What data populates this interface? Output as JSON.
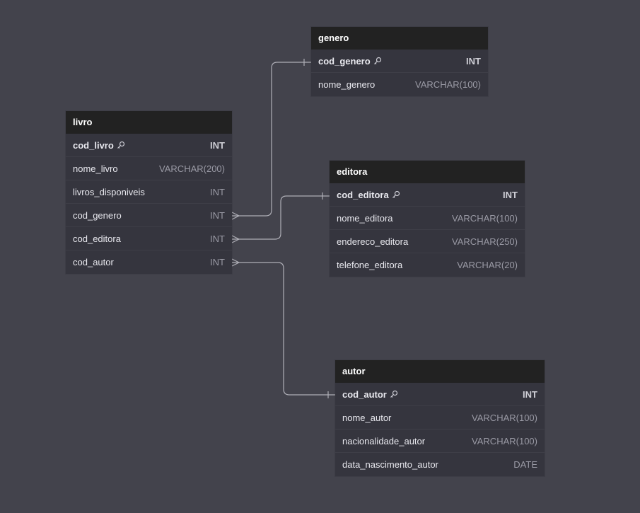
{
  "colors": {
    "background": "#43434c",
    "header": "#222222",
    "body": "#35353e",
    "connector": "#aeaeb6"
  },
  "tables": [
    {
      "id": "genero",
      "title": "genero",
      "columns": [
        {
          "name": "cod_genero",
          "type": "INT",
          "pk": true
        },
        {
          "name": "nome_genero",
          "type": "VARCHAR(100)",
          "pk": false
        }
      ]
    },
    {
      "id": "livro",
      "title": "livro",
      "columns": [
        {
          "name": "cod_livro",
          "type": "INT",
          "pk": true
        },
        {
          "name": "nome_livro",
          "type": "VARCHAR(200)",
          "pk": false
        },
        {
          "name": "livros_disponiveis",
          "type": "INT",
          "pk": false
        },
        {
          "name": "cod_genero",
          "type": "INT",
          "pk": false
        },
        {
          "name": "cod_editora",
          "type": "INT",
          "pk": false
        },
        {
          "name": "cod_autor",
          "type": "INT",
          "pk": false
        }
      ]
    },
    {
      "id": "editora",
      "title": "editora",
      "columns": [
        {
          "name": "cod_editora",
          "type": "INT",
          "pk": true
        },
        {
          "name": "nome_editora",
          "type": "VARCHAR(100)",
          "pk": false
        },
        {
          "name": "endereco_editora",
          "type": "VARCHAR(250)",
          "pk": false
        },
        {
          "name": "telefone_editora",
          "type": "VARCHAR(20)",
          "pk": false
        }
      ]
    },
    {
      "id": "autor",
      "title": "autor",
      "columns": [
        {
          "name": "cod_autor",
          "type": "INT",
          "pk": true
        },
        {
          "name": "nome_autor",
          "type": "VARCHAR(100)",
          "pk": false
        },
        {
          "name": "nacionalidade_autor",
          "type": "VARCHAR(100)",
          "pk": false
        },
        {
          "name": "data_nascimento_autor",
          "type": "DATE",
          "pk": false
        }
      ]
    }
  ],
  "relationships": [
    {
      "from_table": "livro",
      "from_column": "cod_genero",
      "to_table": "genero",
      "to_column": "cod_genero",
      "from_cardinality": "many",
      "to_cardinality": "one"
    },
    {
      "from_table": "livro",
      "from_column": "cod_editora",
      "to_table": "editora",
      "to_column": "cod_editora",
      "from_cardinality": "many",
      "to_cardinality": "one"
    },
    {
      "from_table": "livro",
      "from_column": "cod_autor",
      "to_table": "autor",
      "to_column": "cod_autor",
      "from_cardinality": "many",
      "to_cardinality": "one"
    }
  ]
}
